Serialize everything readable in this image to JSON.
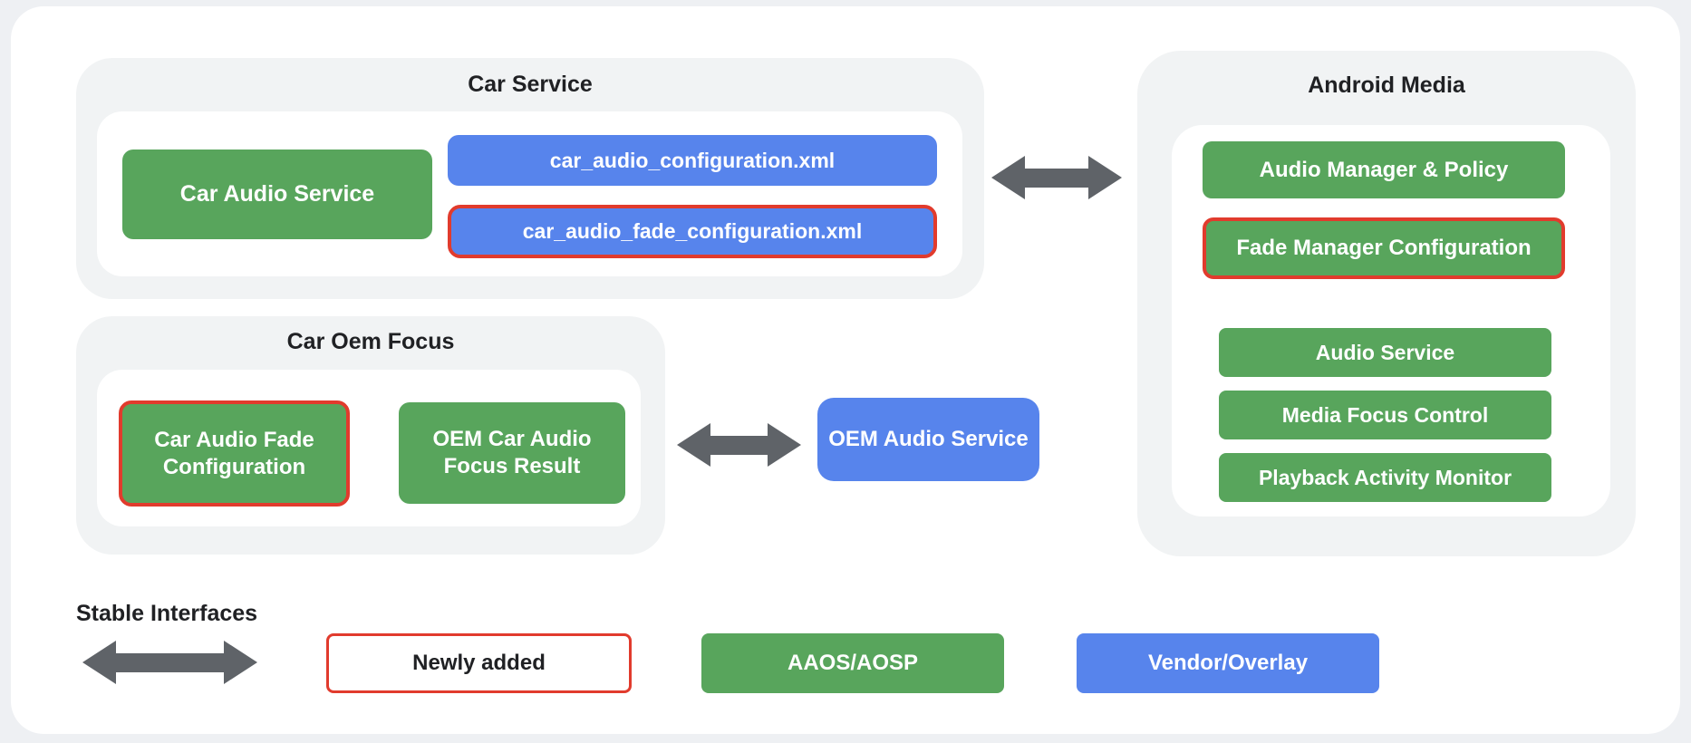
{
  "car_service": {
    "title": "Car Service",
    "car_audio_service_label": "Car Audio Service",
    "config_xml_label": "car_audio_configuration.xml",
    "fade_config_xml_label": "car_audio_fade_configuration.xml"
  },
  "android_media": {
    "title": "Android Media",
    "audio_manager_policy_label": "Audio Manager & Policy",
    "fade_manager_configuration_label": "Fade Manager Configuration",
    "audio_service_label": "Audio Service",
    "media_focus_control_label": "Media Focus Control",
    "playback_activity_monitor_label": "Playback Activity Monitor"
  },
  "car_oem_focus": {
    "title": "Car Oem Focus",
    "car_audio_fade_configuration_label": "Car Audio Fade Configuration",
    "oem_car_audio_focus_result_label": "OEM Car Audio Focus Result"
  },
  "oem_audio_service_label": "OEM Audio Service",
  "legend": {
    "stable_interfaces_label": "Stable Interfaces",
    "newly_added_label": "Newly added",
    "aaos_aosp_label": "AAOS/AOSP",
    "vendor_overlay_label": "Vendor/Overlay"
  },
  "colors": {
    "aaos_green": "#58a55c",
    "vendor_blue": "#5784ec",
    "newly_added_red": "#e13b2d",
    "arrow_gray": "#5f6368",
    "container_gray": "#f1f3f4",
    "card_white": "#ffffff",
    "page_background": "#eef0f3",
    "text_dark": "#202124"
  }
}
